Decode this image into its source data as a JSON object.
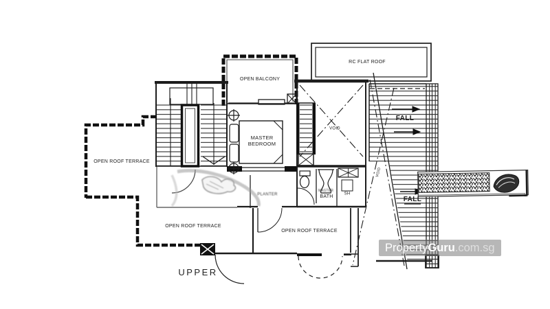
{
  "plan": {
    "level_label": "UPPER",
    "labels": [
      {
        "id": "open-balcony",
        "text": "OPEN BALCONY"
      },
      {
        "id": "rc-flat-roof",
        "text": "RC FLAT ROOF"
      },
      {
        "id": "master-bedroom",
        "text": "MASTER BEDROOM"
      },
      {
        "id": "void-upper",
        "text": "VOID"
      },
      {
        "id": "void-stairwell",
        "text": "VOID"
      },
      {
        "id": "fall-upper",
        "text": "FALL"
      },
      {
        "id": "fall-lower",
        "text": "FALL"
      },
      {
        "id": "planter",
        "text": "PLANTER"
      },
      {
        "id": "bath-prefix",
        "text": "MASTER"
      },
      {
        "id": "bath",
        "text": "BATH"
      },
      {
        "id": "shower",
        "text": "SH"
      },
      {
        "id": "terrace-west",
        "text": "OPEN ROOF TERRACE"
      },
      {
        "id": "terrace-south-west",
        "text": "OPEN ROOF TERRACE"
      },
      {
        "id": "terrace-south",
        "text": "OPEN ROOF TERRACE"
      }
    ],
    "fall_arrow_direction": "right"
  },
  "watermark": {
    "prefix": "Property",
    "brand": "Guru",
    "suffix": ".com.sg"
  },
  "colors": {
    "ink": "#1c1c1c",
    "watermark_bg": "#7c7c7c",
    "paper": "#ffffff"
  }
}
